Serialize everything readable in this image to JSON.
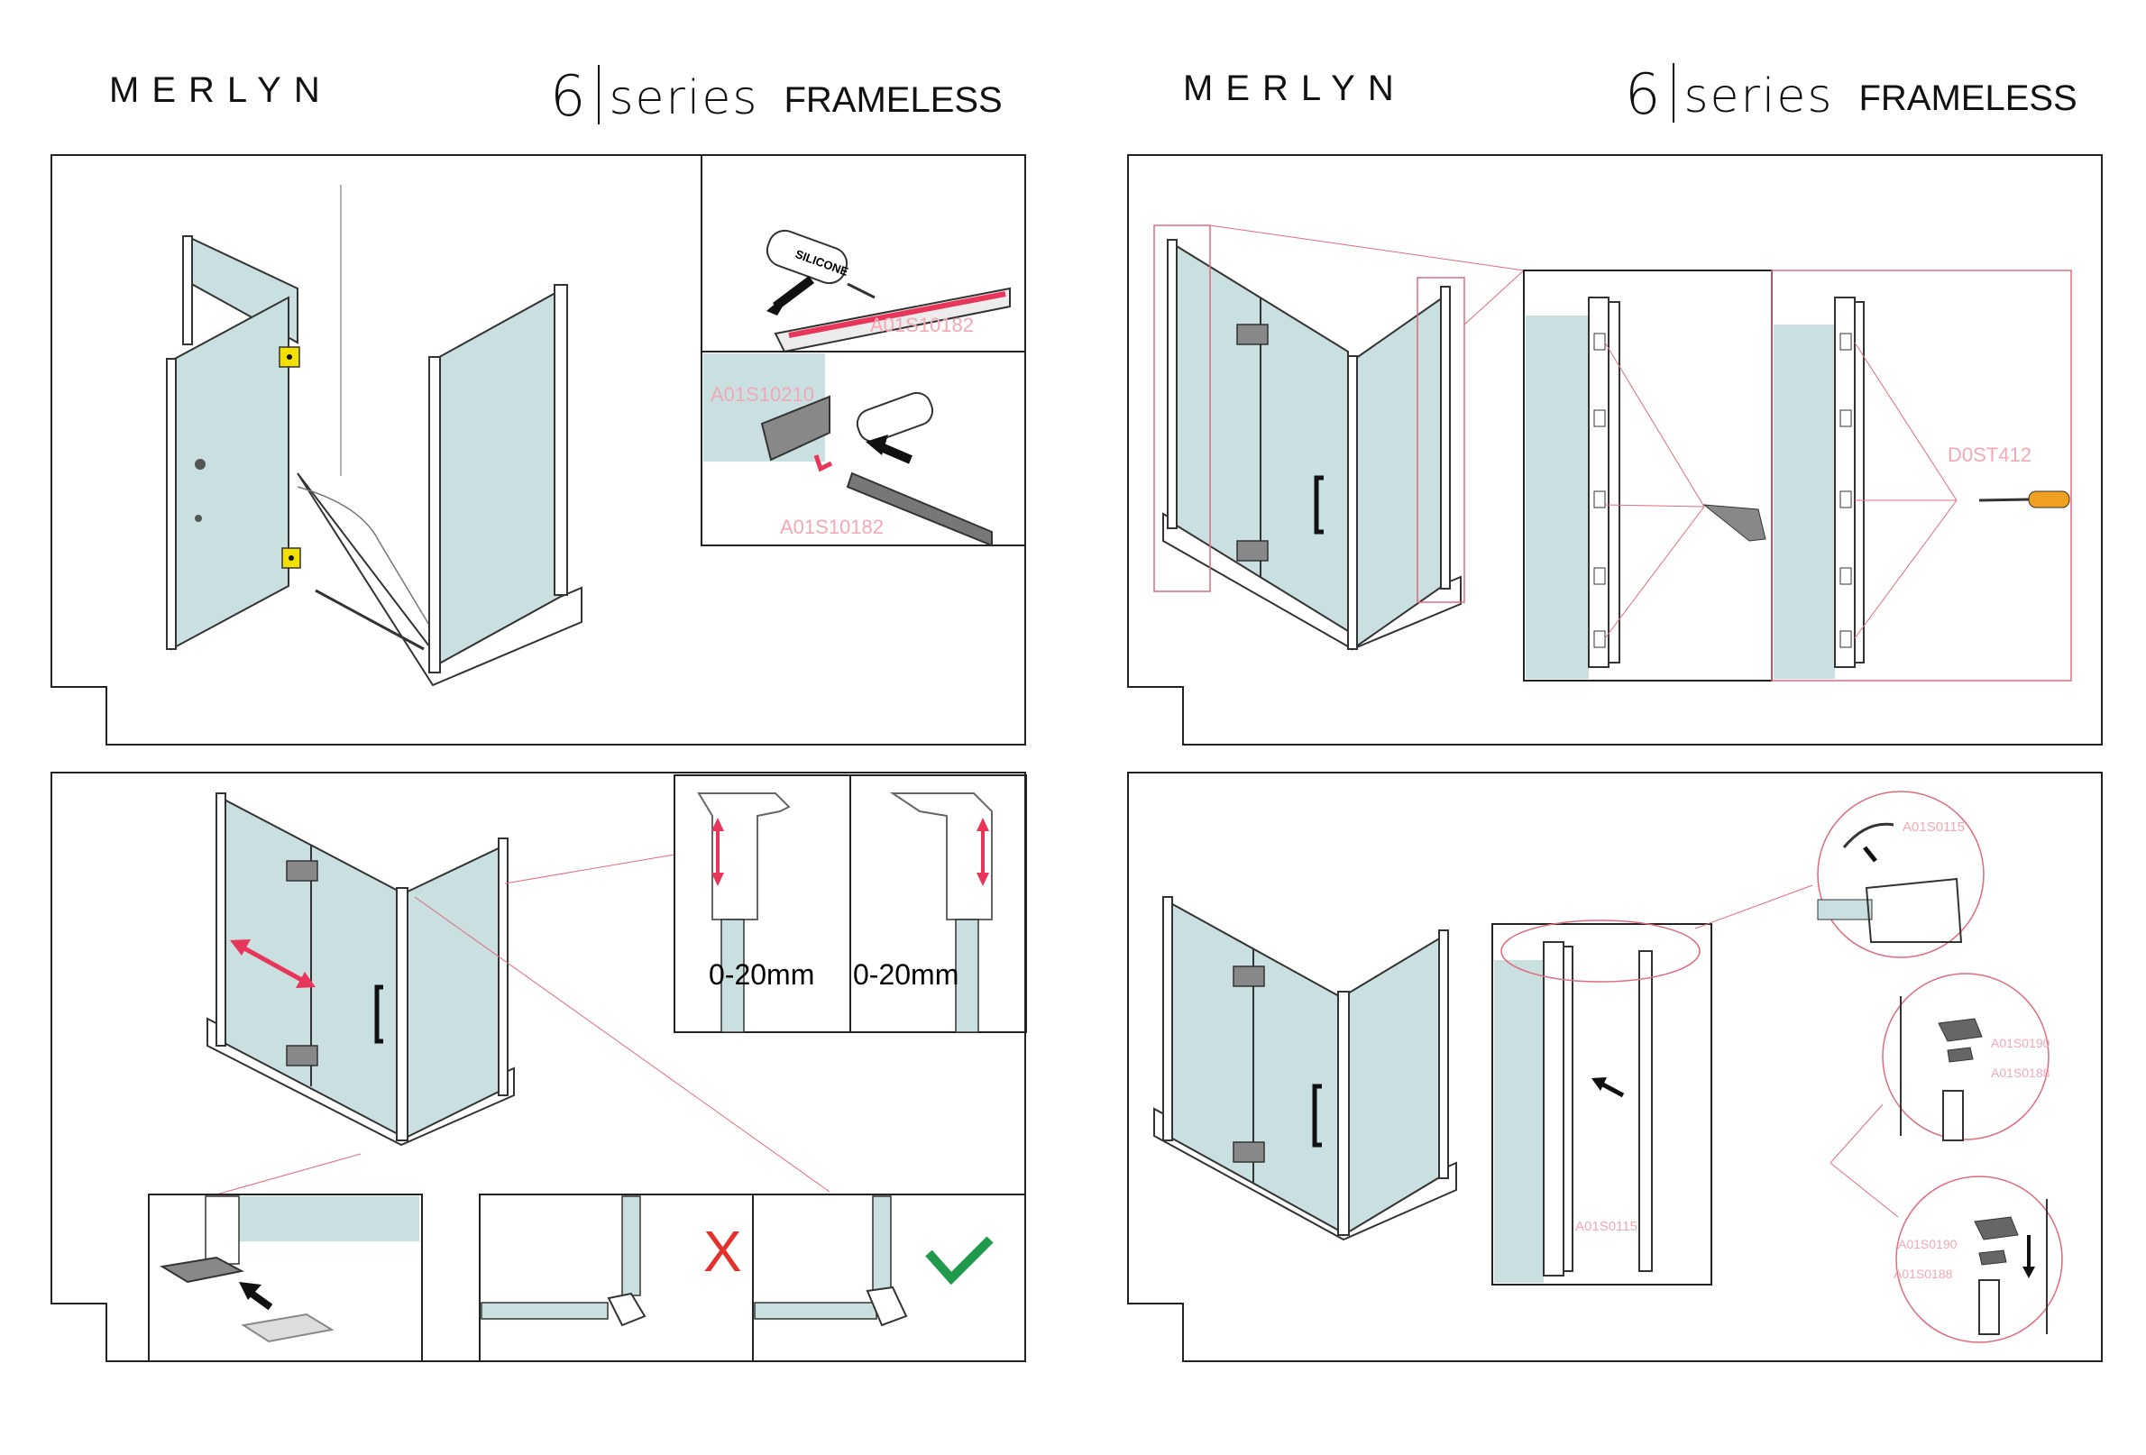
{
  "header_left": {
    "brand": "MERLYN",
    "series_num": "6",
    "series_word": "series",
    "series_type": "FRAMELESS"
  },
  "header_right": {
    "brand": "MERLYN",
    "series_num": "6",
    "series_word": "series",
    "series_type": "FRAMELESS"
  },
  "panel1": {
    "part_a": "A01S10182",
    "part_b": "A01S10210",
    "part_c": "A01S10182",
    "silicone": "SILICONE"
  },
  "panel2": {
    "part_screw": "D0ST412"
  },
  "panel3": {
    "gap_left": "0-20mm",
    "gap_right": "0-20mm",
    "wrong_mark": "X"
  },
  "panel4": {
    "part_cap": "A01S0115",
    "part_strip": "A01S0115",
    "cap_a": "A01S0190",
    "cap_b": "A01S0188",
    "cap_c": "A01S0190",
    "cap_d": "A01S0188"
  },
  "colors": {
    "glass": "#c9dfe0",
    "accent_red": "#e8355a",
    "label_pink": "#f2a9b5",
    "yellow": "#f2e100",
    "check_green": "#1f9a4d",
    "x_red": "#e3322c"
  }
}
